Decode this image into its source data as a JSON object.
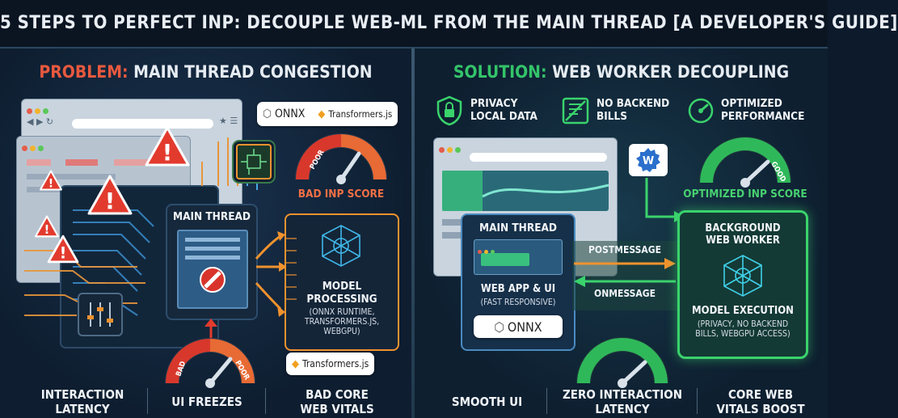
{
  "title": "5 STEPS TO PERFECT INP: DECOUPLE WEB-ML FROM THE MAIN THREAD [A DEVELOPER'S GUIDE]",
  "problem": {
    "header_keyword": "PROBLEM:",
    "header_rest": "MAIN THREAD CONGESTION",
    "main_thread_label": "MAIN THREAD",
    "model_processing_title": "MODEL\nPROCESSING",
    "model_processing_detail": "(ONNX RUNTIME,\nTRANSFORMERS.JS,\nWEBGPU)",
    "bad_inp_label": "BAD INP SCORE",
    "gauge_top_text": "POOR",
    "gauge_bottom_left": "BAD",
    "gauge_bottom_right": "POOR",
    "badge_onnx": "ONNX",
    "badge_transformers": "Transformers.js",
    "badge_transformers_bottom": "Transformers.js",
    "bottom_labels": [
      "INTERACTION\nLATENCY",
      "UI FREEZES",
      "BAD CORE\nWEB VITALS"
    ]
  },
  "solution": {
    "header_keyword": "SOLUTION:",
    "header_rest": "WEB WORKER DECOUPLING",
    "benefits": [
      {
        "icon": "shield-lock-icon",
        "label": "PRIVACY\nLOCAL DATA"
      },
      {
        "icon": "no-bills-icon",
        "label": "NO BACKEND\nBILLS"
      },
      {
        "icon": "speedometer-icon",
        "label": "OPTIMIZED\nPERFORMANCE"
      }
    ],
    "optimized_inp_label": "OPTIMIZED INP SCORE",
    "gauge_good_text": "GOOD",
    "main_thread_label": "MAIN THREAD",
    "web_app_label": "WEB APP & UI",
    "web_app_sub": "(FAST RESPONSIVE)",
    "onnx_badge": "ONNX",
    "postmessage_label": "POSTMESSAGE",
    "onmessage_label": "ONMESSAGE",
    "worker_title": "BACKGROUND\nWEB WORKER",
    "model_execution_title": "MODEL EXECUTION",
    "model_execution_detail": "(PRIVACY, NO BACKEND\nBILLS, WEBGPU ACCESS)",
    "bottom_labels": [
      "SMOOTH UI",
      "ZERO INTERACTION\nLATENCY",
      "CORE WEB\nVITALS BOOST"
    ]
  },
  "colors": {
    "problem_red": "#e8593f",
    "solution_green": "#34c46a",
    "arrow_orange": "#f0922e",
    "worker_green": "#3ad36c",
    "cube_blue": "#3fb6e8"
  }
}
